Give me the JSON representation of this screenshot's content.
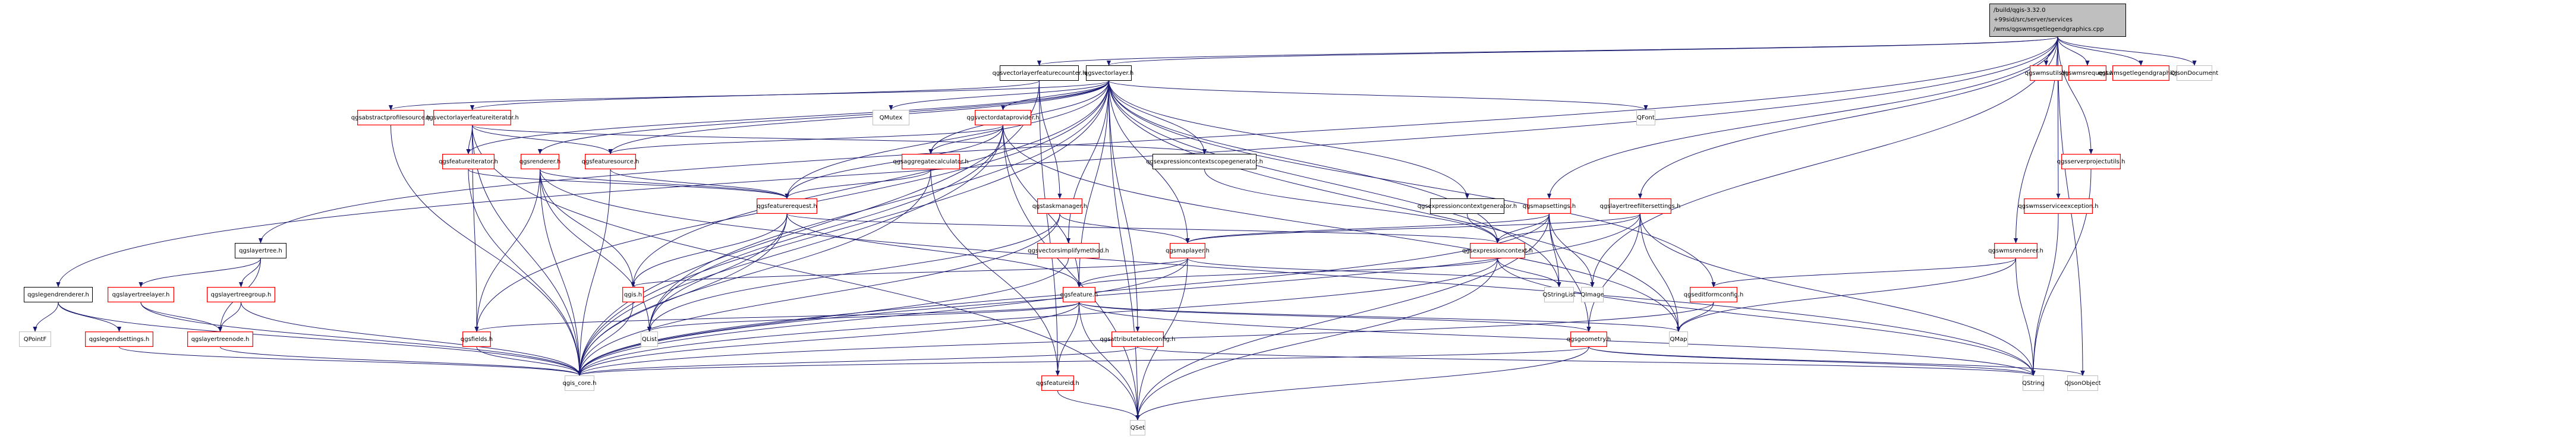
{
  "diagram": {
    "type": "include-dependency-graph",
    "root": {
      "lines": [
        "/build/qgis-3.32.0",
        "+99sid/src/server/services",
        "/wms/qgswmsgetlegendgraphics.cpp"
      ]
    },
    "colors": {
      "edge": "#191970",
      "documented_border": "#ff0000",
      "undocumented_border": "#000000",
      "external_border": "#bfbfbf",
      "root_fill": "#bfbfbf"
    },
    "nodes": [
      {
        "id": "root",
        "label": "/build/qgis-3.32.0 +99sid/src/server/services /wms/qgswmsgetlegendgraphics.cpp",
        "kind": "root"
      },
      {
        "id": "qgsvectorlayerfeaturecounter",
        "label": "qgsvectorlayerfeaturecounter.h",
        "kind": "black"
      },
      {
        "id": "qgsvectorlayer",
        "label": "qgsvectorlayer.h",
        "kind": "black"
      },
      {
        "id": "qgswmsutils",
        "label": "qgswmsutils.h",
        "kind": "red"
      },
      {
        "id": "qgswmsrequest",
        "label": "qgswmsrequest.h",
        "kind": "red"
      },
      {
        "id": "qgswmsgetlegendgraphics",
        "label": "qgswmsgetlegendgraphics.h",
        "kind": "red"
      },
      {
        "id": "QJsonDocument",
        "label": "QJsonDocument",
        "kind": "gray"
      },
      {
        "id": "qgsabstractprofilesource",
        "label": "qgsabstractprofilesource.h",
        "kind": "red"
      },
      {
        "id": "qgsvectorlayerfeatureiterator",
        "label": "qgsvectorlayerfeatureiterator.h",
        "kind": "red"
      },
      {
        "id": "QMutex",
        "label": "QMutex",
        "kind": "gray"
      },
      {
        "id": "qgsvectordataprovider",
        "label": "qgsvectordataprovider.h",
        "kind": "red"
      },
      {
        "id": "QFont",
        "label": "QFont",
        "kind": "gray"
      },
      {
        "id": "qgsfeatureiterator",
        "label": "qgsfeatureiterator.h",
        "kind": "red"
      },
      {
        "id": "qgsrenderer",
        "label": "qgsrenderer.h",
        "kind": "red"
      },
      {
        "id": "qgsfeaturesource",
        "label": "qgsfeaturesource.h",
        "kind": "red"
      },
      {
        "id": "qgsaggregatecalculator",
        "label": "qgsaggregatecalculator.h",
        "kind": "red"
      },
      {
        "id": "qgsexpressioncontextscopegenerator",
        "label": "qgsexpressioncontextscopegenerator.h",
        "kind": "black"
      },
      {
        "id": "qgsserverprojectutils",
        "label": "qgsserverprojectutils.h",
        "kind": "red"
      },
      {
        "id": "qgsfeaturerequest",
        "label": "qgsfeaturerequest.h",
        "kind": "red"
      },
      {
        "id": "qgstaskmanager",
        "label": "qgstaskmanager.h",
        "kind": "red"
      },
      {
        "id": "qgsexpressioncontextgenerator",
        "label": "qgsexpressioncontextgenerator.h",
        "kind": "black"
      },
      {
        "id": "qgsmapsettings",
        "label": "qgsmapsettings.h",
        "kind": "red"
      },
      {
        "id": "qgslayertreefiltersettings",
        "label": "qgslayertreefiltersettings.h",
        "kind": "red"
      },
      {
        "id": "qgswmsserviceexception",
        "label": "qgswmsserviceexception.h",
        "kind": "red"
      },
      {
        "id": "qgslayertree",
        "label": "qgslayertree.h",
        "kind": "black"
      },
      {
        "id": "qgsvectorsimplifymethod",
        "label": "qgsvectorsimplifymethod.h",
        "kind": "red"
      },
      {
        "id": "qgsmaplayer",
        "label": "qgsmaplayer.h",
        "kind": "red"
      },
      {
        "id": "qgsexpressioncontext",
        "label": "qgsexpressioncontext.h",
        "kind": "red"
      },
      {
        "id": "qgswmsrenderer",
        "label": "qgswmsrenderer.h",
        "kind": "red"
      },
      {
        "id": "qgslegendrenderer",
        "label": "qgslegendrenderer.h",
        "kind": "black"
      },
      {
        "id": "qgslayertreelayer",
        "label": "qgslayertreelayer.h",
        "kind": "red"
      },
      {
        "id": "qgslayertreegroup",
        "label": "qgslayertreegroup.h",
        "kind": "red"
      },
      {
        "id": "qgis",
        "label": "qgis.h",
        "kind": "red"
      },
      {
        "id": "qgsfeature",
        "label": "qgsfeature.h",
        "kind": "red"
      },
      {
        "id": "QStringList",
        "label": "QStringList",
        "kind": "gray"
      },
      {
        "id": "QImage",
        "label": "QImage",
        "kind": "gray"
      },
      {
        "id": "qgseditformconfig",
        "label": "qgseditformconfig.h",
        "kind": "red"
      },
      {
        "id": "QPointF",
        "label": "QPointF",
        "kind": "gray"
      },
      {
        "id": "qgslegendsettings",
        "label": "qgslegendsettings.h",
        "kind": "red"
      },
      {
        "id": "qgslayertreenode",
        "label": "qgslayertreenode.h",
        "kind": "red"
      },
      {
        "id": "qgsfields",
        "label": "qgsfields.h",
        "kind": "red"
      },
      {
        "id": "QList",
        "label": "QList",
        "kind": "gray"
      },
      {
        "id": "qgsattributetableconfig",
        "label": "qgsattributetableconfig.h",
        "kind": "red"
      },
      {
        "id": "qgsgeometry",
        "label": "qgsgeometry.h",
        "kind": "red"
      },
      {
        "id": "QMap",
        "label": "QMap",
        "kind": "gray"
      },
      {
        "id": "qgis_core",
        "label": "qgis_core.h",
        "kind": "gray"
      },
      {
        "id": "qgsfeatureid",
        "label": "qgsfeatureid.h",
        "kind": "red"
      },
      {
        "id": "QString",
        "label": "QString",
        "kind": "gray"
      },
      {
        "id": "QJsonObject",
        "label": "QJsonObject",
        "kind": "gray"
      },
      {
        "id": "QSet",
        "label": "QSet",
        "kind": "gray"
      }
    ],
    "edges": [
      [
        "root",
        "qgsvectorlayerfeaturecounter"
      ],
      [
        "root",
        "qgsvectorlayer"
      ],
      [
        "root",
        "qgswmsutils"
      ],
      [
        "root",
        "qgswmsrequest"
      ],
      [
        "root",
        "qgswmsgetlegendgraphics"
      ],
      [
        "root",
        "QJsonDocument"
      ],
      [
        "root",
        "qgslayertree"
      ],
      [
        "root",
        "qgslegendrenderer"
      ],
      [
        "root",
        "qgsmapsettings"
      ],
      [
        "root",
        "qgslayertreefiltersettings"
      ],
      [
        "root",
        "qgswmsrenderer"
      ],
      [
        "root",
        "qgsserverprojectutils"
      ],
      [
        "root",
        "qgswmsserviceexception"
      ],
      [
        "root",
        "QImage"
      ],
      [
        "root",
        "QJsonObject"
      ],
      [
        "qgsvectorlayerfeaturecounter",
        "qgsvectorlayerfeatureiterator"
      ],
      [
        "qgsvectorlayerfeaturecounter",
        "qgstaskmanager"
      ],
      [
        "qgsvectorlayerfeaturecounter",
        "qgsfeatureid"
      ],
      [
        "qgsvectorlayerfeaturecounter",
        "qgis_core"
      ],
      [
        "qgsvectorlayer",
        "qgsabstractprofilesource"
      ],
      [
        "qgsvectorlayer",
        "QMutex"
      ],
      [
        "qgsvectorlayer",
        "qgsvectordataprovider"
      ],
      [
        "qgsvectorlayer",
        "QFont"
      ],
      [
        "qgsvectorlayer",
        "qgsfeatureiterator"
      ],
      [
        "qgsvectorlayer",
        "qgsrenderer"
      ],
      [
        "qgsvectorlayer",
        "qgsfeaturesource"
      ],
      [
        "qgsvectorlayer",
        "qgsaggregatecalculator"
      ],
      [
        "qgsvectorlayer",
        "qgsexpressioncontextscopegenerator"
      ],
      [
        "qgsvectorlayer",
        "qgsfeaturerequest"
      ],
      [
        "qgsvectorlayer",
        "qgsexpressioncontextgenerator"
      ],
      [
        "qgsvectorlayer",
        "qgsmaplayer"
      ],
      [
        "qgsvectorlayer",
        "qgsvectorsimplifymethod"
      ],
      [
        "qgsvectorlayer",
        "qgsexpressioncontext"
      ],
      [
        "qgsvectorlayer",
        "qgsfeature"
      ],
      [
        "qgsvectorlayer",
        "qgseditformconfig"
      ],
      [
        "qgsvectorlayer",
        "qgsattributetableconfig"
      ],
      [
        "qgsvectorlayer",
        "qgsfields"
      ],
      [
        "qgsvectorlayer",
        "QStringList"
      ],
      [
        "qgsvectorlayer",
        "QList"
      ],
      [
        "qgsvectorlayer",
        "QMap"
      ],
      [
        "qgsvectorlayer",
        "qgis_core"
      ],
      [
        "qgsvectorlayer",
        "QSet"
      ],
      [
        "qgsvectorlayer",
        "qgis"
      ],
      [
        "qgsvectorlayerfeatureiterator",
        "qgsfeatureiterator"
      ],
      [
        "qgsvectorlayerfeatureiterator",
        "qgsfeaturesource"
      ],
      [
        "qgsvectorlayerfeatureiterator",
        "qgsexpressioncontextscopegenerator"
      ],
      [
        "qgsvectorlayerfeatureiterator",
        "qgsfields"
      ],
      [
        "qgsvectorlayerfeatureiterator",
        "qgis_core"
      ],
      [
        "qgsvectorlayerfeatureiterator",
        "QSet"
      ],
      [
        "qgsabstractprofilesource",
        "qgis_core"
      ],
      [
        "qgsvectordataprovider",
        "qgsfeaturesource"
      ],
      [
        "qgsvectordataprovider",
        "qgsaggregatecalculator"
      ],
      [
        "qgsvectordataprovider",
        "qgsfeaturerequest"
      ],
      [
        "qgsvectordataprovider",
        "qgsfeature"
      ],
      [
        "qgsvectordataprovider",
        "QList"
      ],
      [
        "qgsvectordataprovider",
        "QMap"
      ],
      [
        "qgsvectordataprovider",
        "qgis_core"
      ],
      [
        "qgsvectordataprovider",
        "QSet"
      ],
      [
        "qgsfeatureiterator",
        "qgsfeaturerequest"
      ],
      [
        "qgsfeatureiterator",
        "qgis_core"
      ],
      [
        "qgsrenderer",
        "qgsfeaturerequest"
      ],
      [
        "qgsrenderer",
        "qgis"
      ],
      [
        "qgsrenderer",
        "qgsfields"
      ],
      [
        "qgsrenderer",
        "QList"
      ],
      [
        "qgsrenderer",
        "qgis_core"
      ],
      [
        "qgsrenderer",
        "QString"
      ],
      [
        "qgsfeaturesource",
        "qgsfeaturerequest"
      ],
      [
        "qgsfeaturesource",
        "qgis_core"
      ],
      [
        "qgsaggregatecalculator",
        "qgsfeaturerequest"
      ],
      [
        "qgsaggregatecalculator",
        "qgis_core"
      ],
      [
        "qgsaggregatecalculator",
        "qgsfeatureid"
      ],
      [
        "qgsexpressioncontextscopegenerator",
        "qgsexpressioncontext"
      ],
      [
        "qgsfeaturerequest",
        "qgis"
      ],
      [
        "qgsfeaturerequest",
        "qgsfeature"
      ],
      [
        "qgsfeaturerequest",
        "qgsexpressioncontext"
      ],
      [
        "qgsfeaturerequest",
        "qgis_core"
      ],
      [
        "qgsfeaturerequest",
        "QList"
      ],
      [
        "qgstaskmanager",
        "qgsmaplayer"
      ],
      [
        "qgstaskmanager",
        "qgis_core"
      ],
      [
        "qgstaskmanager",
        "QList"
      ],
      [
        "qgsexpressioncontextgenerator",
        "qgsexpressioncontext"
      ],
      [
        "qgsmapsettings",
        "qgsmaplayer"
      ],
      [
        "qgsmapsettings",
        "qgsexpressioncontext"
      ],
      [
        "qgsmapsettings",
        "QStringList"
      ],
      [
        "qgsmapsettings",
        "QImage"
      ],
      [
        "qgsmapsettings",
        "qgsgeometry"
      ],
      [
        "qgsmapsettings",
        "qgis_core"
      ],
      [
        "qgsmapsettings",
        "QSet"
      ],
      [
        "qgslayertreefiltersettings",
        "qgsmaplayer"
      ],
      [
        "qgslayertreefiltersettings",
        "qgsexpressioncontext"
      ],
      [
        "qgslayertreefiltersettings",
        "qgsgeometry"
      ],
      [
        "qgslayertreefiltersettings",
        "QMap"
      ],
      [
        "qgslayertreefiltersettings",
        "qgis_core"
      ],
      [
        "qgslayertreefiltersettings",
        "QString"
      ],
      [
        "qgswmsserviceexception",
        "QString"
      ],
      [
        "qgsserverprojectutils",
        "QString"
      ],
      [
        "qgslayertree",
        "qgslayertreelayer"
      ],
      [
        "qgslayertree",
        "qgslayertreegroup"
      ],
      [
        "qgslayertree",
        "qgslayertreenode"
      ],
      [
        "qgsvectorsimplifymethod",
        "qgis_core"
      ],
      [
        "qgsmaplayer",
        "qgis"
      ],
      [
        "qgsmaplayer",
        "qgsfeature"
      ],
      [
        "qgsmaplayer",
        "QSet"
      ],
      [
        "qgsmaplayer",
        "QImage"
      ],
      [
        "qgsmaplayer",
        "qgis_core"
      ],
      [
        "qgsexpressioncontext",
        "qgsfeature"
      ],
      [
        "qgsexpressioncontext",
        "QStringList"
      ],
      [
        "qgsexpressioncontext",
        "QSet"
      ],
      [
        "qgsexpressioncontext",
        "QString"
      ],
      [
        "qgsexpressioncontext",
        "qgis_core"
      ],
      [
        "qgswmsrenderer",
        "qgseditformconfig"
      ],
      [
        "qgswmsrenderer",
        "QMap"
      ],
      [
        "qgswmsrenderer",
        "QString"
      ],
      [
        "qgslegendrenderer",
        "QPointF"
      ],
      [
        "qgslegendrenderer",
        "qgslegendsettings"
      ],
      [
        "qgslegendrenderer",
        "qgis_core"
      ],
      [
        "qgslayertreelayer",
        "qgslayertreenode"
      ],
      [
        "qgslayertreelayer",
        "qgis_core"
      ],
      [
        "qgslayertreegroup",
        "qgslayertreenode"
      ],
      [
        "qgslayertreegroup",
        "qgis_core"
      ],
      [
        "qgis",
        "qgis_core"
      ],
      [
        "qgsfeature",
        "qgsfields"
      ],
      [
        "qgsfeature",
        "QList"
      ],
      [
        "qgsfeature",
        "qgsfeatureid"
      ],
      [
        "qgsfeature",
        "QSet"
      ],
      [
        "qgsfeature",
        "qgsgeometry"
      ],
      [
        "qgsfeature",
        "QMap"
      ],
      [
        "qgsfeature",
        "QString"
      ],
      [
        "qgsfeature",
        "qgis_core"
      ],
      [
        "qgseditformconfig",
        "QMap"
      ],
      [
        "qgseditformconfig",
        "qgis_core"
      ],
      [
        "qgslegendsettings",
        "qgis_core"
      ],
      [
        "qgslayertreenode",
        "qgis_core"
      ],
      [
        "qgsfields",
        "qgis_core"
      ],
      [
        "qgsattributetableconfig",
        "qgis_core"
      ],
      [
        "qgsattributetableconfig",
        "QString"
      ],
      [
        "qgsgeometry",
        "qgis_core"
      ],
      [
        "qgsgeometry",
        "QString"
      ],
      [
        "qgsgeometry",
        "QSet"
      ],
      [
        "qgsgeometry",
        "QJsonObject"
      ],
      [
        "qgsfeatureid",
        "QSet"
      ]
    ]
  }
}
